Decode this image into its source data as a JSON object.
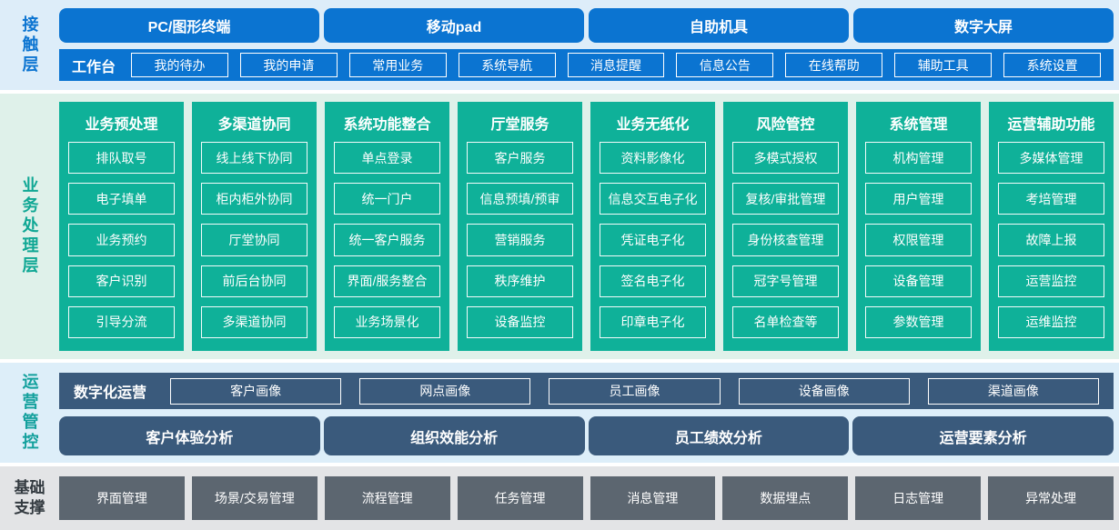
{
  "colors": {
    "blue": "#0b74d1",
    "teal": "#0fb199",
    "slate_blue": "#3a5a7c",
    "gray": "#5c6670",
    "contact_bg": "#ddedf9",
    "business_bg": "#dff1ea",
    "operations_bg": "#ddeef9",
    "foundation_bg": "#e3e4e6"
  },
  "contact": {
    "label": "接触层",
    "channels": [
      "PC/图形终端",
      "移动pad",
      "自助机具",
      "数字大屏"
    ],
    "workbench": {
      "label": "工作台",
      "items": [
        "我的待办",
        "我的申请",
        "常用业务",
        "系统导航",
        "消息提醒",
        "信息公告",
        "在线帮助",
        "辅助工具",
        "系统设置"
      ]
    }
  },
  "business": {
    "label": "业务处理层",
    "columns": [
      {
        "title": "业务预处理",
        "items": [
          "排队取号",
          "电子填单",
          "业务预约",
          "客户识别",
          "引导分流"
        ]
      },
      {
        "title": "多渠道协同",
        "items": [
          "线上线下协同",
          "柜内柜外协同",
          "厅堂协同",
          "前后台协同",
          "多渠道协同"
        ]
      },
      {
        "title": "系统功能整合",
        "items": [
          "单点登录",
          "统一门户",
          "统一客户服务",
          "界面/服务整合",
          "业务场景化"
        ]
      },
      {
        "title": "厅堂服务",
        "items": [
          "客户服务",
          "信息预填/预审",
          "营销服务",
          "秩序维护",
          "设备监控"
        ]
      },
      {
        "title": "业务无纸化",
        "items": [
          "资料影像化",
          "信息交互电子化",
          "凭证电子化",
          "签名电子化",
          "印章电子化"
        ]
      },
      {
        "title": "风险管控",
        "items": [
          "多模式授权",
          "复核/审批管理",
          "身份核查管理",
          "冠字号管理",
          "名单检查等"
        ]
      },
      {
        "title": "系统管理",
        "items": [
          "机构管理",
          "用户管理",
          "权限管理",
          "设备管理",
          "参数管理"
        ]
      },
      {
        "title": "运营辅助功能",
        "items": [
          "多媒体管理",
          "考培管理",
          "故障上报",
          "运营监控",
          "运维监控"
        ]
      }
    ]
  },
  "operations": {
    "label": "运营管控",
    "digital": {
      "label": "数字化运营",
      "items": [
        "客户画像",
        "网点画像",
        "员工画像",
        "设备画像",
        "渠道画像"
      ]
    },
    "analysis": [
      "客户体验分析",
      "组织效能分析",
      "员工绩效分析",
      "运营要素分析"
    ]
  },
  "foundation": {
    "label": "基础支撑",
    "items": [
      "界面管理",
      "场景/交易管理",
      "流程管理",
      "任务管理",
      "消息管理",
      "数据埋点",
      "日志管理",
      "异常处理"
    ]
  }
}
